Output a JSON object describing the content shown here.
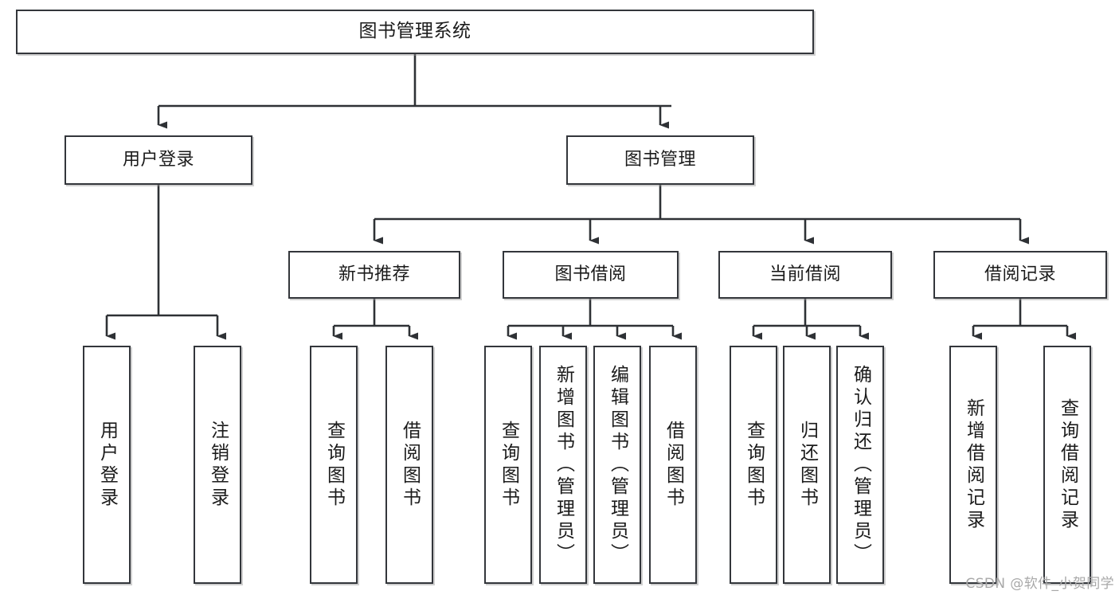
{
  "diagram": {
    "title": "图书管理系统",
    "type": "tree-structure-chart",
    "watermark": "CSDN @软件_小贺同学",
    "colors": {
      "box_border": "#33363b",
      "box_fill": "#ffffff",
      "connector": "#2e3135",
      "text": "#1b1b1b",
      "watermark": "#a8a8a8"
    },
    "nodes": {
      "root": {
        "label": "图书管理系统"
      },
      "level2": [
        {
          "label": "用户登录"
        },
        {
          "label": "图书管理"
        }
      ],
      "level3": [
        {
          "label": "新书推荐"
        },
        {
          "label": "图书借阅"
        },
        {
          "label": "当前借阅"
        },
        {
          "label": "借阅记录"
        }
      ],
      "leaves": {
        "user_login": [
          {
            "label": "用户登录"
          },
          {
            "label": "注销登录"
          }
        ],
        "new_book_recommend": [
          {
            "label": "查询图书"
          },
          {
            "label": "借阅图书"
          }
        ],
        "book_borrow": [
          {
            "label": "查询图书"
          },
          {
            "label": "新增图书（管理员）"
          },
          {
            "label": "编辑图书（管理员）"
          },
          {
            "label": "借阅图书"
          }
        ],
        "current_borrow": [
          {
            "label": "查询图书"
          },
          {
            "label": "归还图书"
          },
          {
            "label": "确认归还（管理员）"
          }
        ],
        "borrow_record": [
          {
            "label": "新增借阅记录"
          },
          {
            "label": "查询借阅记录"
          }
        ]
      }
    }
  }
}
